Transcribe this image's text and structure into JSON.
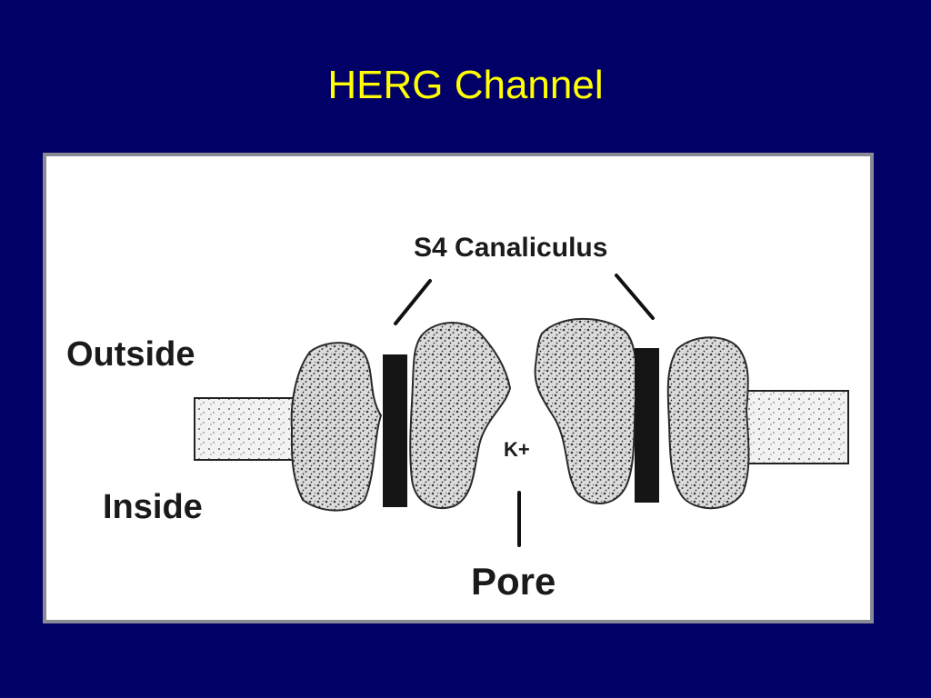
{
  "slide": {
    "title": "HERG Channel"
  },
  "diagram": {
    "labels": {
      "s4": "S4 Canaliculus",
      "outside": "Outside",
      "inside": "Inside",
      "ion": "K+",
      "pore": "Pore"
    },
    "colors": {
      "background": "#000066",
      "title": "#ffff00",
      "frame_border": "#8a8a96",
      "figure_bg": "#ffffff",
      "ink": "#1a1a1a"
    }
  }
}
